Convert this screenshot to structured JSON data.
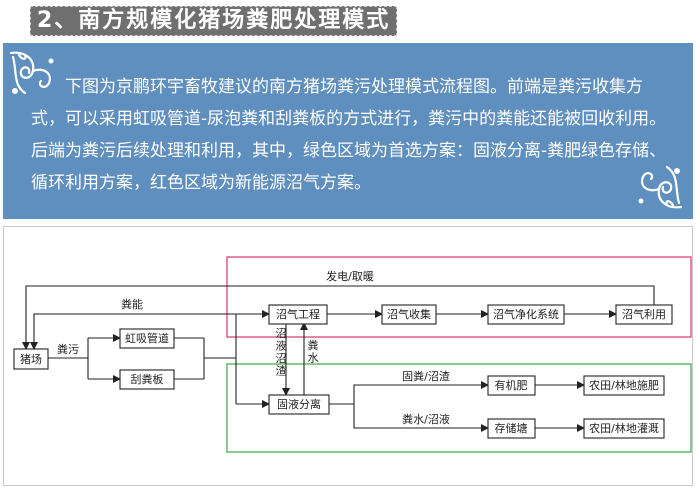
{
  "title": "2、南方规模化猪场粪肥处理模式",
  "intro": "下图为京鹏环宇畜牧建议的南方猪场粪污处理模式流程图。前端是粪污收集方式，可以采用虹吸管道-尿泡粪和刮粪板的方式进行，粪污中的粪能还能被回收利用。后端为粪污后续处理和利用，其中，绿色区域为首选方案：固液分离-粪肥绿色存储、循环利用方案，红色区域为新能源沼气方案。",
  "colors": {
    "banner": "#5f8fbf",
    "red_region": "#d9457a",
    "green_region": "#4fae5a"
  },
  "diagram": {
    "nodes": {
      "pig_farm": "猪场",
      "siphon": "虹吸管道",
      "scraper": "刮粪板",
      "biogas_eng": "沼气工程",
      "solid_liquid": "固液分离",
      "biogas_collect": "沼气收集",
      "biogas_purify": "沼气净化系统",
      "biogas_use": "沼气利用",
      "organic_fert": "有机肥",
      "storage_pond": "存储塘",
      "farm_apply": "农田/林地施肥",
      "farm_irrigate": "农田/林地灌溉"
    },
    "labels": {
      "power_heat": "发电/取暖",
      "manure_energy": "粪能",
      "manure": "粪污",
      "biogas_slurry": "沼液沼渣",
      "manure_water": "粪水",
      "solid_residue": "固粪/沼渣",
      "water_slurry": "粪水/沼液"
    }
  }
}
